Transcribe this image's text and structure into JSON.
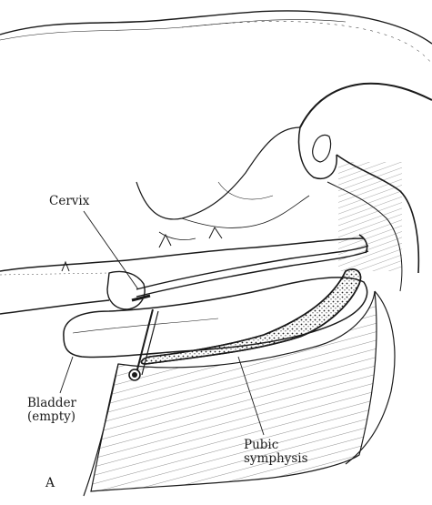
{
  "figure": {
    "panel_letter": "A",
    "labels": {
      "cervix": "Cervix",
      "bladder_line1": "Bladder",
      "bladder_line2": "(empty)",
      "pubic_line1": "Pubic",
      "pubic_line2": "symphysis"
    }
  },
  "colors": {
    "ink": "#1a1a1a",
    "background": "#ffffff"
  }
}
